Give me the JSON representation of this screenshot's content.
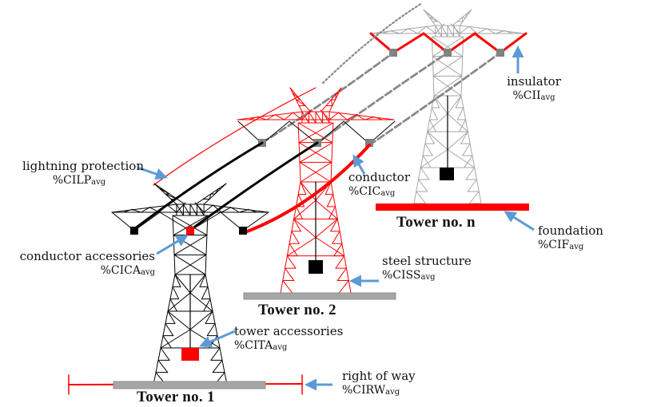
{
  "diagram": {
    "colors": {
      "tower1": "#000000",
      "tower2": "#ff0000",
      "towerN": "#a6a6a6",
      "highlight": "#ff0000",
      "arrow": "#5b9bd5",
      "ground": "#a6a6a6",
      "insulator_node": "#808080"
    },
    "towers": [
      {
        "id": "tower-1",
        "label": "Tower no. 1",
        "color_key": "tower1"
      },
      {
        "id": "tower-2",
        "label": "Tower no. 2",
        "color_key": "tower2"
      },
      {
        "id": "tower-n",
        "label": "Tower no. n",
        "color_key": "towerN"
      }
    ],
    "components": [
      {
        "id": "lightning-protection",
        "name": "lightning protection",
        "code": "%CILP",
        "sub": "avg"
      },
      {
        "id": "conductor-accessories",
        "name": "conductor accessories",
        "code": "%CICA",
        "sub": "avg"
      },
      {
        "id": "insulator",
        "name": "insulator",
        "code": "%CII",
        "sub": "avg"
      },
      {
        "id": "conductor",
        "name": "conductor",
        "code": "%CIC",
        "sub": "avg"
      },
      {
        "id": "foundation",
        "name": "foundation",
        "code": "%CIF",
        "sub": "avg"
      },
      {
        "id": "steel-structure",
        "name": "steel structure",
        "code": "%CISS",
        "sub": "avg"
      },
      {
        "id": "tower-accessories",
        "name": "tower accessories",
        "code": "%CITA",
        "sub": "avg"
      },
      {
        "id": "right-of-way",
        "name": "right of way",
        "code": "%CIRW",
        "sub": "avg"
      }
    ]
  }
}
